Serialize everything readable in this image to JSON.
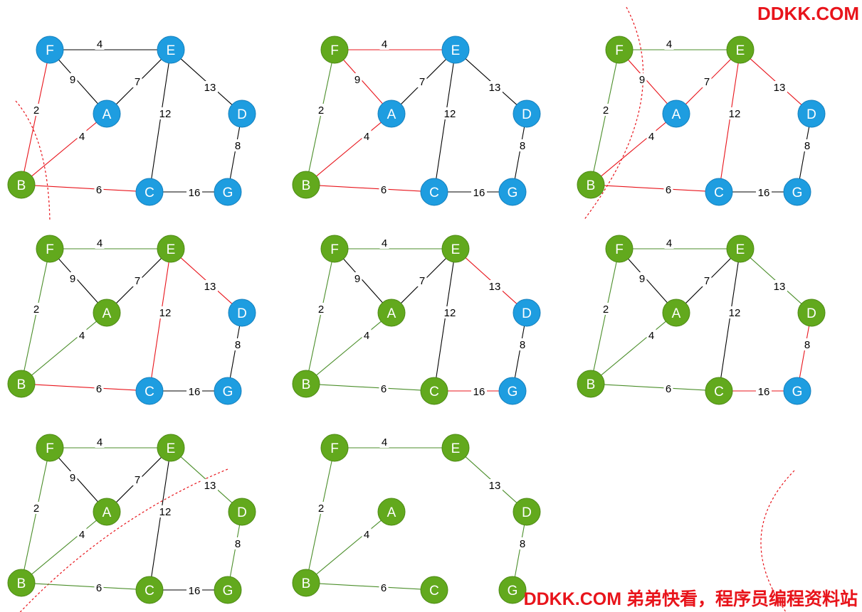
{
  "watermark_top": "DDKK.COM",
  "watermark_bottom": "DDKK.COM 弟弟快看，程序员编程资料站",
  "colors": {
    "in_tree_node": "#62a91d",
    "in_tree_node_stroke": "#4d8a15",
    "other_node": "#1e9de0",
    "other_node_stroke": "#1580bd",
    "tree_edge": "#4b8e2a",
    "cut_edge": "#e8141b",
    "plain_edge": "#000000",
    "cut_line": "#e8141b",
    "node_text": "#ffffff"
  },
  "nodes": [
    "F",
    "E",
    "A",
    "D",
    "B",
    "C",
    "G"
  ],
  "edges": [
    {
      "id": "FE",
      "from": "F",
      "to": "E",
      "weight": "4"
    },
    {
      "id": "FA",
      "from": "F",
      "to": "A",
      "weight": "9"
    },
    {
      "id": "AE",
      "from": "A",
      "to": "E",
      "weight": "7"
    },
    {
      "id": "ED",
      "from": "E",
      "to": "D",
      "weight": "13"
    },
    {
      "id": "EC",
      "from": "E",
      "to": "C",
      "weight": "12"
    },
    {
      "id": "FB",
      "from": "F",
      "to": "B",
      "weight": "2"
    },
    {
      "id": "BA",
      "from": "B",
      "to": "A",
      "weight": "4"
    },
    {
      "id": "DG",
      "from": "D",
      "to": "G",
      "weight": "8"
    },
    {
      "id": "BC",
      "from": "B",
      "to": "C",
      "weight": "6"
    },
    {
      "id": "CG",
      "from": "C",
      "to": "G",
      "weight": "16"
    }
  ],
  "steps": [
    {
      "in_tree": [
        "B"
      ],
      "tree_edges": [],
      "cut_edges": [
        "FB",
        "BA",
        "BC"
      ],
      "hidden_edges": []
    },
    {
      "in_tree": [
        "F",
        "B"
      ],
      "tree_edges": [
        "FB"
      ],
      "cut_edges": [
        "FE",
        "FA",
        "BA",
        "BC"
      ],
      "hidden_edges": []
    },
    {
      "in_tree": [
        "F",
        "E",
        "B"
      ],
      "tree_edges": [
        "FB",
        "FE"
      ],
      "cut_edges": [
        "FA",
        "AE",
        "ED",
        "EC",
        "BA",
        "BC"
      ],
      "hidden_edges": []
    },
    {
      "in_tree": [
        "F",
        "E",
        "A",
        "B"
      ],
      "tree_edges": [
        "FB",
        "FE",
        "BA"
      ],
      "cut_edges": [
        "ED",
        "EC",
        "BC"
      ],
      "hidden_edges": []
    },
    {
      "in_tree": [
        "F",
        "E",
        "A",
        "B",
        "C"
      ],
      "tree_edges": [
        "FB",
        "FE",
        "BA",
        "BC"
      ],
      "cut_edges": [
        "ED",
        "CG"
      ],
      "hidden_edges": []
    },
    {
      "in_tree": [
        "F",
        "E",
        "A",
        "D",
        "B",
        "C"
      ],
      "tree_edges": [
        "FB",
        "FE",
        "BA",
        "BC",
        "ED"
      ],
      "cut_edges": [
        "DG",
        "CG"
      ],
      "hidden_edges": []
    },
    {
      "in_tree": [
        "F",
        "E",
        "A",
        "D",
        "B",
        "C",
        "G"
      ],
      "tree_edges": [
        "FB",
        "FE",
        "BA",
        "BC",
        "ED",
        "DG"
      ],
      "cut_edges": [],
      "hidden_edges": []
    },
    {
      "in_tree": [
        "F",
        "E",
        "A",
        "D",
        "B",
        "C",
        "G"
      ],
      "tree_edges": [
        "FB",
        "FE",
        "BA",
        "BC",
        "ED",
        "DG"
      ],
      "cut_edges": [],
      "hidden_edges": [
        "FA",
        "AE",
        "EC",
        "CG"
      ]
    }
  ]
}
